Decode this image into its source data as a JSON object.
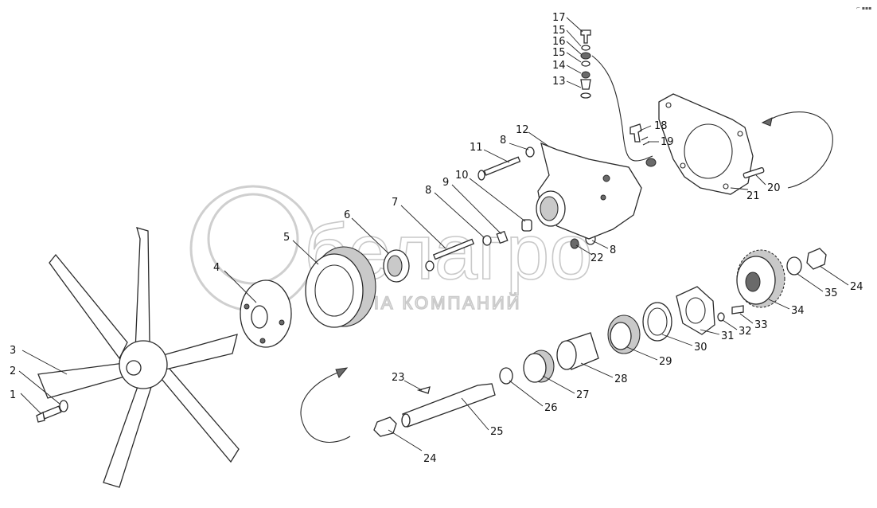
{
  "watermark": {
    "brand": "белагро",
    "tagline": "ГРУППА КОМПАНИЙ"
  },
  "corner_mark": "⌐ ▪▪▪",
  "callouts": [
    {
      "id": "c1",
      "text": "1"
    },
    {
      "id": "c2",
      "text": "2"
    },
    {
      "id": "c3",
      "text": "3"
    },
    {
      "id": "c4",
      "text": "4"
    },
    {
      "id": "c5",
      "text": "5"
    },
    {
      "id": "c6",
      "text": "6"
    },
    {
      "id": "c7",
      "text": "7"
    },
    {
      "id": "c8a",
      "text": "8"
    },
    {
      "id": "c8b",
      "text": "8"
    },
    {
      "id": "c8c",
      "text": "8"
    },
    {
      "id": "c9",
      "text": "9"
    },
    {
      "id": "c10",
      "text": "10"
    },
    {
      "id": "c11",
      "text": "11"
    },
    {
      "id": "c12",
      "text": "12"
    },
    {
      "id": "c13",
      "text": "13"
    },
    {
      "id": "c14",
      "text": "14"
    },
    {
      "id": "c15a",
      "text": "15"
    },
    {
      "id": "c15b",
      "text": "15"
    },
    {
      "id": "c16",
      "text": "16"
    },
    {
      "id": "c17",
      "text": "17"
    },
    {
      "id": "c18",
      "text": "18"
    },
    {
      "id": "c19",
      "text": "19"
    },
    {
      "id": "c20",
      "text": "20"
    },
    {
      "id": "c21",
      "text": "21"
    },
    {
      "id": "c22",
      "text": "22"
    },
    {
      "id": "c23",
      "text": "23"
    },
    {
      "id": "c24a",
      "text": "24"
    },
    {
      "id": "c24b",
      "text": "24"
    },
    {
      "id": "c25",
      "text": "25"
    },
    {
      "id": "c26",
      "text": "26"
    },
    {
      "id": "c27",
      "text": "27"
    },
    {
      "id": "c28",
      "text": "28"
    },
    {
      "id": "c29",
      "text": "29"
    },
    {
      "id": "c30",
      "text": "30"
    },
    {
      "id": "c31",
      "text": "31"
    },
    {
      "id": "c32",
      "text": "32"
    },
    {
      "id": "c33",
      "text": "33"
    },
    {
      "id": "c34",
      "text": "34"
    },
    {
      "id": "c35",
      "text": "35"
    }
  ]
}
